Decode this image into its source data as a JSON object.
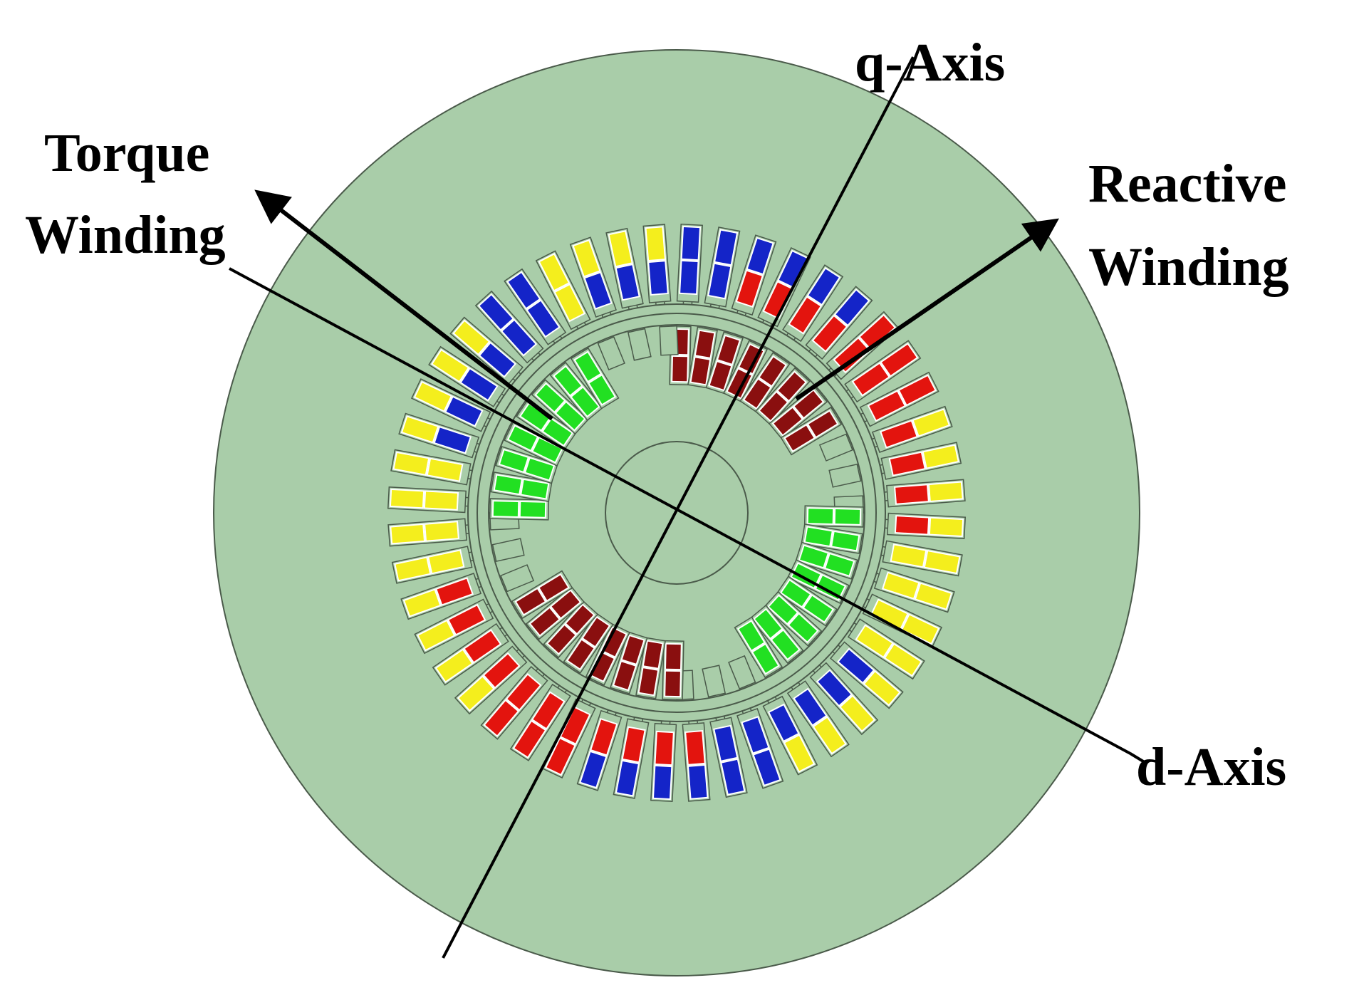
{
  "labels": {
    "q_axis": "q-Axis",
    "d_axis": "d-Axis",
    "torque_line1": "Torque",
    "torque_line2": "Winding",
    "reactive_line1": "Reactive",
    "reactive_line2": "Winding"
  },
  "colors": {
    "background": "#ffffff",
    "iron": "#a9cda9",
    "outline": "#4a5a4a",
    "phase_red": "#e3140e",
    "phase_yellow": "#f4ee1d",
    "phase_blue": "#1424c8",
    "rotor_green": "#22e022",
    "rotor_darkred": "#8a0f0f",
    "axis_line": "#000000"
  },
  "stator": {
    "slot_count": 48,
    "slot_phases": [
      [
        "Y",
        "Y"
      ],
      [
        "Y",
        "B"
      ],
      [
        "Y",
        "B"
      ],
      [
        "Y",
        "B"
      ],
      [
        "B",
        "B"
      ],
      [
        "B",
        "B"
      ],
      [
        "B",
        "R"
      ],
      [
        "B",
        "R"
      ],
      [
        "B",
        "R"
      ],
      [
        "B",
        "R"
      ],
      [
        "R",
        "R"
      ],
      [
        "R",
        "R"
      ],
      [
        "R",
        "R"
      ],
      [
        "Y",
        "R"
      ],
      [
        "Y",
        "R"
      ],
      [
        "Y",
        "R"
      ],
      [
        "Y",
        "R"
      ],
      [
        "Y",
        "Y"
      ],
      [
        "Y",
        "Y"
      ],
      [
        "Y",
        "Y"
      ],
      [
        "Y",
        "Y"
      ],
      [
        "Y",
        "B"
      ],
      [
        "Y",
        "B"
      ],
      [
        "Y",
        "B"
      ],
      [
        "Y",
        "B"
      ],
      [
        "B",
        "B"
      ],
      [
        "B",
        "B"
      ],
      [
        "B",
        "R"
      ],
      [
        "B",
        "R"
      ],
      [
        "B",
        "R"
      ],
      [
        "B",
        "R"
      ],
      [
        "R",
        "R"
      ],
      [
        "R",
        "R"
      ],
      [
        "R",
        "R"
      ],
      [
        "Y",
        "R"
      ],
      [
        "Y",
        "R"
      ],
      [
        "Y",
        "R"
      ],
      [
        "Y",
        "R"
      ],
      [
        "Y",
        "Y"
      ],
      [
        "Y",
        "Y"
      ],
      [
        "Y",
        "Y"
      ],
      [
        "Y",
        "Y"
      ],
      [
        "Y",
        "B"
      ],
      [
        "Y",
        "B"
      ],
      [
        "Y",
        "B"
      ],
      [
        "Y",
        "B"
      ],
      [
        "B",
        "B"
      ],
      [
        "B",
        "B"
      ]
    ]
  },
  "rotor": {
    "groups": [
      {
        "color": "rotor_darkred",
        "slots": 8
      },
      {
        "color": "rotor_green",
        "slots": 8
      },
      {
        "color": "rotor_darkred",
        "slots": 8
      },
      {
        "color": "rotor_green",
        "slots": 8
      }
    ]
  }
}
